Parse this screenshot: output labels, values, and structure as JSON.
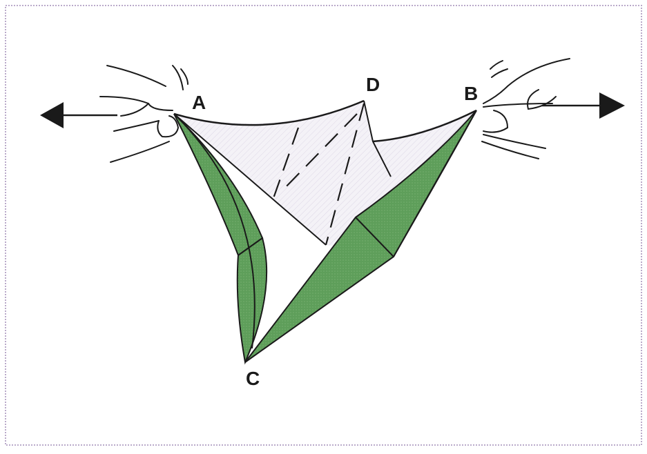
{
  "figure": {
    "points": {
      "A": "A",
      "B": "B",
      "C": "C",
      "D": "D"
    }
  },
  "colors": {
    "background": "#ffffff",
    "frame_border": "#b9a9c9",
    "outline": "#1a1a1a",
    "cloth_light": "#f1eff5",
    "fold_green": "#5e9e5a",
    "arrow": "#1a1a1a"
  },
  "icons": {
    "left_arrow": "arrow-left-icon",
    "right_arrow": "arrow-right-icon",
    "left_hand": "left-hand-icon",
    "right_hand": "right-hand-icon"
  }
}
